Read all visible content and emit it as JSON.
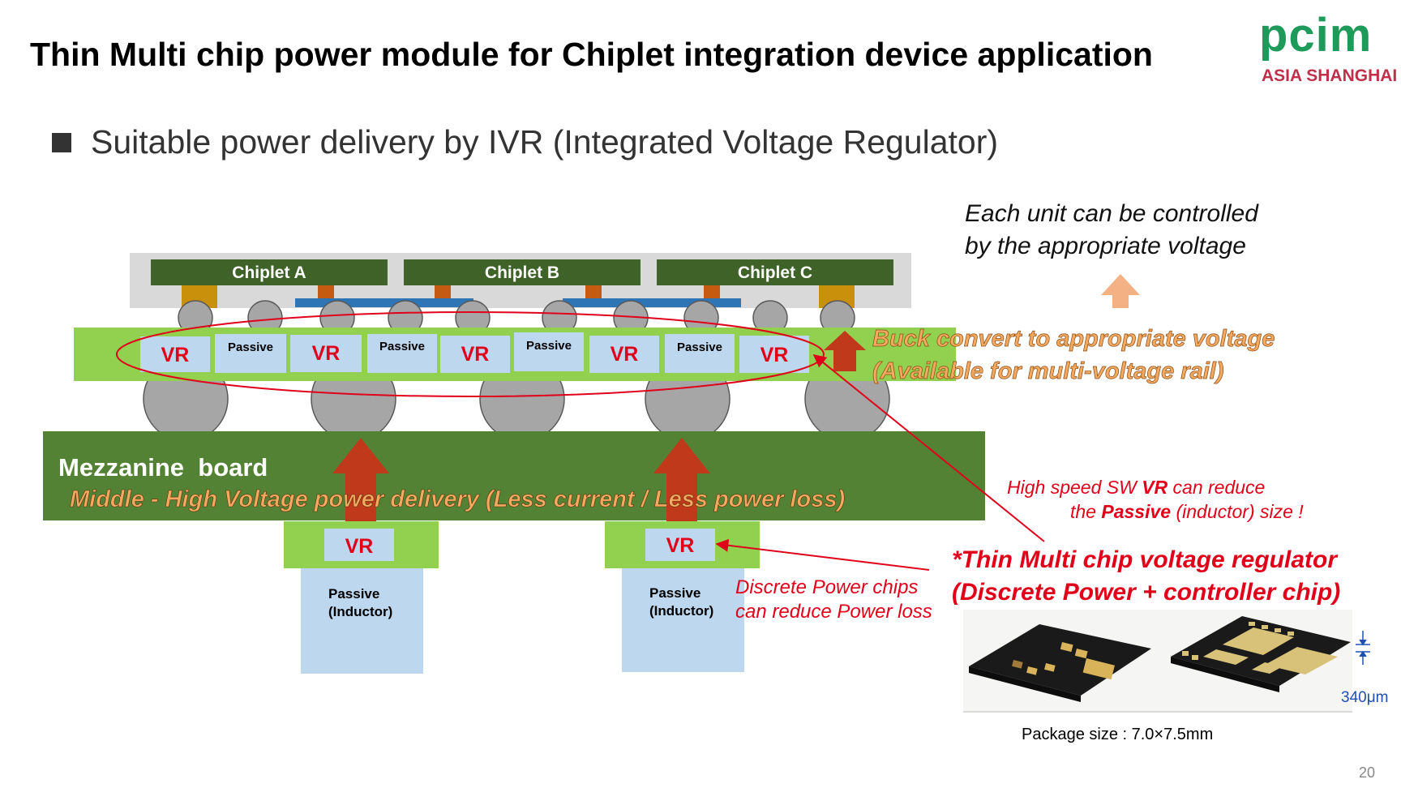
{
  "title": "Thin Multi chip power module for Chiplet integration device application",
  "logo": {
    "name": "pcim",
    "subtitle": "ASIA SHANGHAI"
  },
  "bullet": "Suitable power delivery by IVR (Integrated Voltage Regulator)",
  "note_top": [
    "Each unit can be controlled",
    "by the appropriate voltage"
  ],
  "chiplets": [
    "Chiplet A",
    "Chiplet B",
    "Chiplet C"
  ],
  "ivr_row": [
    "VR",
    "Passive",
    "VR",
    "Passive",
    "VR",
    "Passive",
    "VR",
    "Passive",
    "VR"
  ],
  "buck": [
    "Buck convert to appropriate voltage",
    "(Available for multi-voltage rail)"
  ],
  "mezzanine": {
    "title": "Mezzanine  board",
    "subtitle": "Middle - High Voltage power delivery (Less current / Less power loss)"
  },
  "lower_vr": [
    "VR",
    "VR"
  ],
  "lower_passive": [
    "Passive",
    "(Inductor)"
  ],
  "discrete_note": [
    "Discrete Power chips",
    "can reduce Power loss"
  ],
  "sw_note": {
    "line1_pre": "High speed SW ",
    "line1_bold": "VR",
    "line1_post": " can reduce",
    "line2_pre": "the ",
    "line2_bold": "Passive",
    "line2_post": " (inductor) size !"
  },
  "thin_module": [
    "*Thin Multi chip voltage regulator",
    "(Discrete Power + controller chip)"
  ],
  "thickness": "340μm",
  "package_size": "Package size : 7.0×7.5mm",
  "page_number": "20",
  "colors": {
    "chiplet": "#3f6228",
    "interposer": "#92d050",
    "mezzanine": "#548235",
    "vr_box": "#bdd7ee",
    "red_text": "#e0001a",
    "arrow_red": "#c0391b",
    "arrow_peach": "#f4b183"
  }
}
